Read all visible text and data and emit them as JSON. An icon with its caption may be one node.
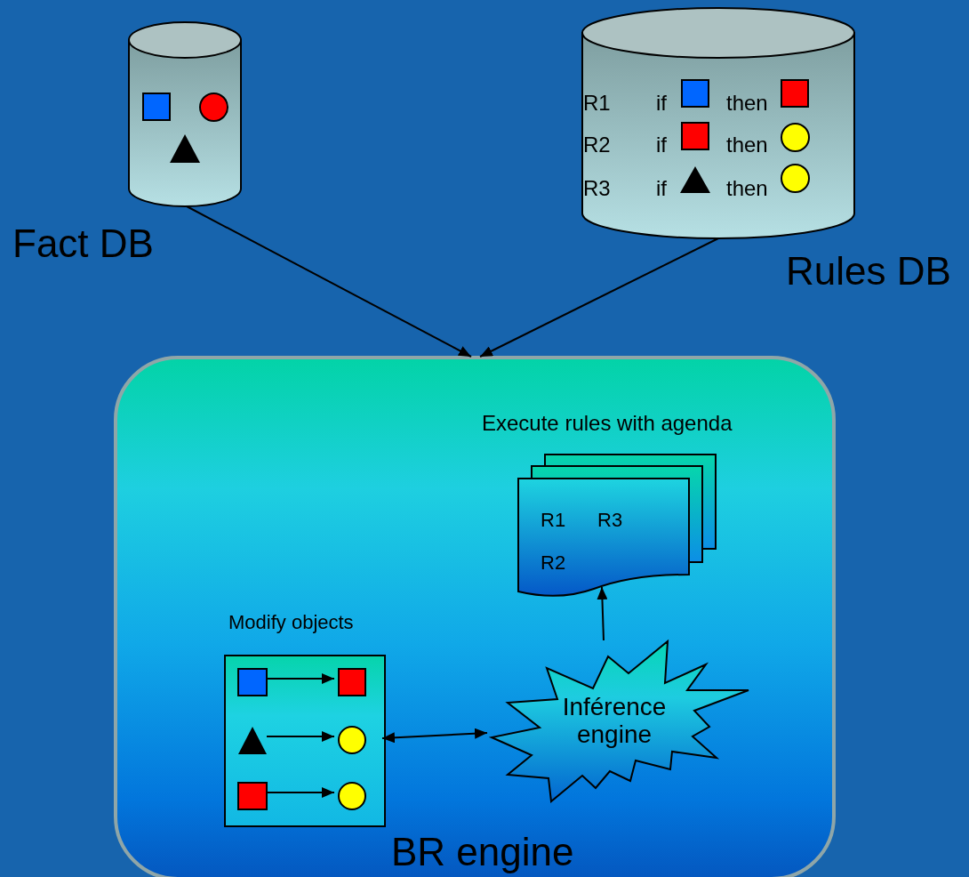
{
  "diagram": {
    "nodes": [
      {
        "text": [
          "Fact DB"
        ]
      },
      {
        "text": [
          "Rules DB",
          "R1",
          "if",
          "then",
          "R2",
          "if",
          "then",
          "R3",
          "if",
          "then"
        ]
      },
      {
        "text": [
          "BR engine"
        ]
      },
      {
        "text": [
          "Execute rules with agenda",
          "R1",
          "R3",
          "R2"
        ],
        "in": 2
      },
      {
        "text": [
          "Modify objects"
        ],
        "in": 2
      },
      {
        "text": [
          "Inférence engine"
        ],
        "in": 2
      },
      {
        "text": [],
        "shape": "box",
        "in": 4
      },
      {
        "text": [],
        "shape": "box",
        "in": 4
      },
      {
        "text": [],
        "shape": "triangle",
        "in": 4
      },
      {
        "text": [],
        "shape": "circle",
        "in": 4
      },
      {
        "text": [],
        "shape": "box",
        "in": 4
      },
      {
        "text": [],
        "shape": "circle",
        "in": 4
      }
    ],
    "edges": [
      {
        "from": 0,
        "to": 2,
        "arrow": "to"
      },
      {
        "from": 1,
        "to": 2,
        "arrow": "to"
      },
      {
        "from": 5,
        "to": 3,
        "arrow": "to"
      },
      {
        "from": 4,
        "to": 5,
        "arrow": "both"
      },
      {
        "from": 6,
        "to": 7,
        "arrow": "to"
      },
      {
        "from": 8,
        "to": 9,
        "arrow": "to"
      },
      {
        "from": 10,
        "to": 11,
        "arrow": "to"
      }
    ]
  }
}
